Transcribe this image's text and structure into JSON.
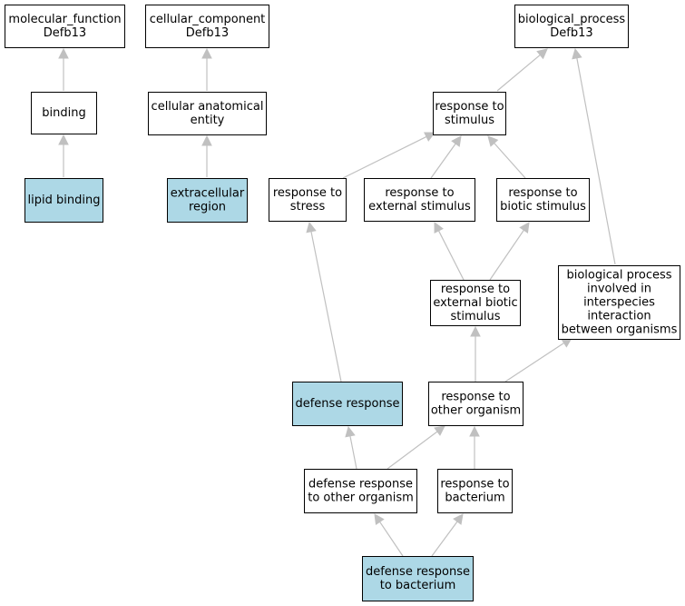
{
  "colors": {
    "highlight_fill": "#add8e6",
    "default_fill": "#ffffff",
    "edge": "#c0c0c0",
    "border": "#000000"
  },
  "nodes": {
    "mf_root": {
      "lines": [
        "molecular_function",
        "Defb13"
      ],
      "highlighted": false
    },
    "cc_root": {
      "lines": [
        "cellular_component",
        "Defb13"
      ],
      "highlighted": false
    },
    "bp_root": {
      "lines": [
        "biological_process",
        "Defb13"
      ],
      "highlighted": false
    },
    "binding": {
      "lines": [
        "binding"
      ],
      "highlighted": false
    },
    "lipid_binding": {
      "lines": [
        "lipid binding"
      ],
      "highlighted": true
    },
    "cell_anat": {
      "lines": [
        "cellular anatomical",
        "entity"
      ],
      "highlighted": false
    },
    "extracellular": {
      "lines": [
        "extracellular",
        "region"
      ],
      "highlighted": true
    },
    "resp_stimulus": {
      "lines": [
        "response to",
        "stimulus"
      ],
      "highlighted": false
    },
    "resp_stress": {
      "lines": [
        "response to",
        "stress"
      ],
      "highlighted": false
    },
    "resp_ext": {
      "lines": [
        "response to",
        "external stimulus"
      ],
      "highlighted": false
    },
    "resp_biotic": {
      "lines": [
        "response to",
        "biotic stimulus"
      ],
      "highlighted": false
    },
    "resp_ext_biotic": {
      "lines": [
        "response to",
        "external biotic",
        "stimulus"
      ],
      "highlighted": false
    },
    "bp_interspecies": {
      "lines": [
        "biological process",
        "involved in",
        "interspecies",
        "interaction",
        "between organisms"
      ],
      "highlighted": false
    },
    "defense_response": {
      "lines": [
        "defense response"
      ],
      "highlighted": true
    },
    "resp_other_org": {
      "lines": [
        "response to",
        "other organism"
      ],
      "highlighted": false
    },
    "defense_other_org": {
      "lines": [
        "defense response",
        "to other organism"
      ],
      "highlighted": false
    },
    "resp_bacterium": {
      "lines": [
        "response to",
        "bacterium"
      ],
      "highlighted": false
    },
    "defense_bacterium": {
      "lines": [
        "defense response",
        "to bacterium"
      ],
      "highlighted": true
    }
  },
  "edges": [
    [
      "binding",
      "mf_root"
    ],
    [
      "lipid_binding",
      "binding"
    ],
    [
      "cell_anat",
      "cc_root"
    ],
    [
      "extracellular",
      "cell_anat"
    ],
    [
      "resp_stimulus",
      "bp_root"
    ],
    [
      "bp_interspecies",
      "bp_root"
    ],
    [
      "resp_stress",
      "resp_stimulus"
    ],
    [
      "resp_ext",
      "resp_stimulus"
    ],
    [
      "resp_biotic",
      "resp_stimulus"
    ],
    [
      "resp_ext_biotic",
      "resp_ext"
    ],
    [
      "resp_ext_biotic",
      "resp_biotic"
    ],
    [
      "resp_other_org",
      "resp_ext_biotic"
    ],
    [
      "resp_other_org",
      "bp_interspecies"
    ],
    [
      "defense_response",
      "resp_stress"
    ],
    [
      "defense_other_org",
      "defense_response"
    ],
    [
      "defense_other_org",
      "resp_other_org"
    ],
    [
      "resp_bacterium",
      "resp_other_org"
    ],
    [
      "defense_bacterium",
      "defense_other_org"
    ],
    [
      "defense_bacterium",
      "resp_bacterium"
    ]
  ]
}
